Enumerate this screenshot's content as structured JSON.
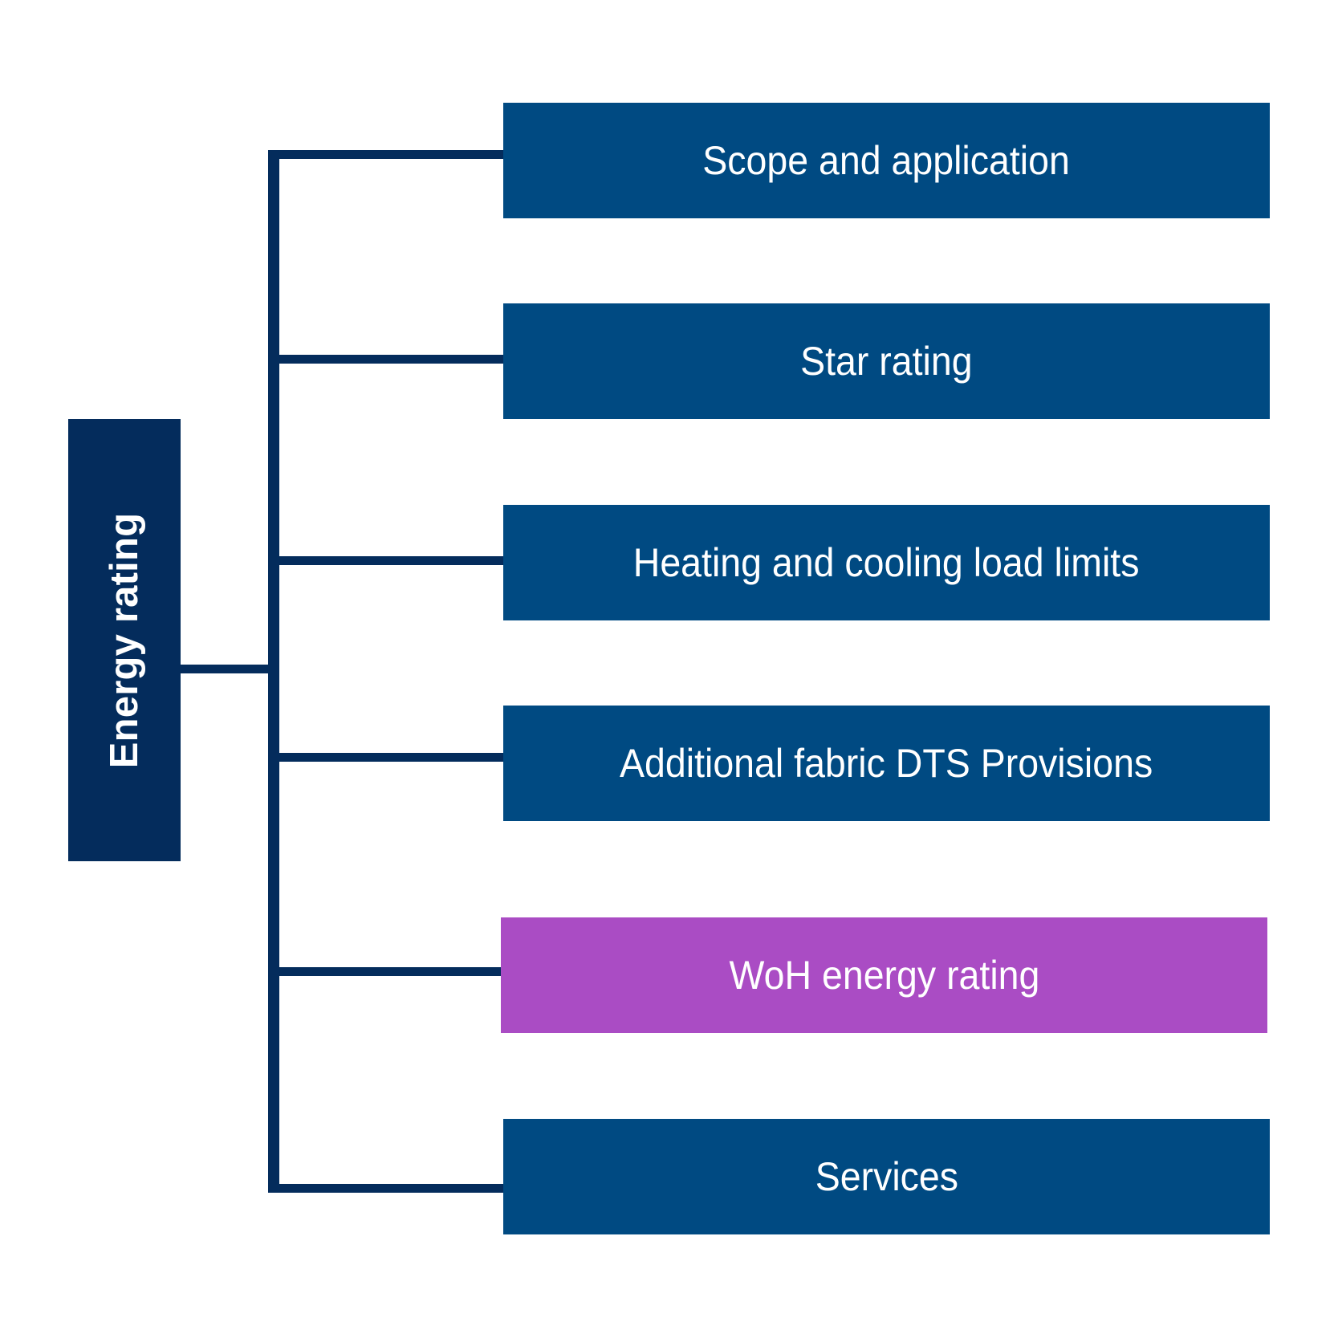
{
  "diagram": {
    "type": "hierarchy-tree",
    "orientation": "left-root-right-leaves",
    "root": {
      "label": "Energy rating",
      "color": "#042C5C",
      "text_color": "#FFFFFF",
      "text_orientation": "vertical-bottom-to-top",
      "bold": true
    },
    "connector_color": "#042C5C",
    "background": "#FFFFFF",
    "leaves": [
      {
        "label": "Scope and application",
        "color": "#004A82",
        "text_color": "#FFFFFF",
        "highlighted": false
      },
      {
        "label": "Star rating",
        "color": "#004A82",
        "text_color": "#FFFFFF",
        "highlighted": false
      },
      {
        "label": "Heating and cooling load limits",
        "color": "#004A82",
        "text_color": "#FFFFFF",
        "highlighted": false
      },
      {
        "label": "Additional fabric DTS Provisions",
        "color": "#004A82",
        "text_color": "#FFFFFF",
        "highlighted": false
      },
      {
        "label": "WoH energy rating",
        "color": "#AA4CC4",
        "text_color": "#FFFFFF",
        "highlighted": true
      },
      {
        "label": "Services",
        "color": "#004A82",
        "text_color": "#FFFFFF",
        "highlighted": false
      }
    ]
  }
}
